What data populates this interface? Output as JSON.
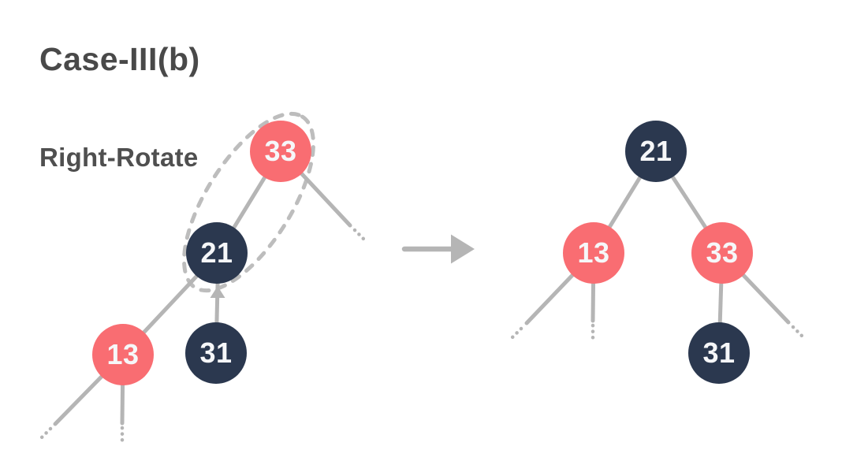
{
  "title": "Case-III(b)",
  "operation_label": "Right-Rotate",
  "colors": {
    "red_node": "#f96d72",
    "navy_node": "#2b384f",
    "edge": "#b5b5b5",
    "dashed_outline": "#bdbdbd",
    "node_text": "#f6f7f9",
    "title_text": "#494949",
    "label_text": "#4f4f4f",
    "background": "#ffffff"
  },
  "arrow": {
    "direction": "right"
  },
  "trees": {
    "before": {
      "name": "before-right-rotate",
      "nodes": [
        {
          "id": "33",
          "label": "33",
          "color": "red",
          "role": "root"
        },
        {
          "id": "21",
          "label": "21",
          "color": "navy",
          "role": "left-child-of-33"
        },
        {
          "id": "13",
          "label": "13",
          "color": "red",
          "role": "left-child-of-21"
        },
        {
          "id": "31",
          "label": "31",
          "color": "navy",
          "role": "right-child-of-21"
        }
      ],
      "highlighted_nodes": [
        "33",
        "21"
      ],
      "truncated_subtrees": [
        "right-of-33",
        "left-of-13",
        "below-13"
      ]
    },
    "after": {
      "name": "after-right-rotate",
      "nodes": [
        {
          "id": "21",
          "label": "21",
          "color": "navy",
          "role": "root"
        },
        {
          "id": "13",
          "label": "13",
          "color": "red",
          "role": "left-child-of-21"
        },
        {
          "id": "33",
          "label": "33",
          "color": "red",
          "role": "right-child-of-21"
        },
        {
          "id": "31",
          "label": "31",
          "color": "navy",
          "role": "left-child-of-33"
        }
      ],
      "highlighted_nodes": [],
      "truncated_subtrees": [
        "left-of-13",
        "below-13",
        "right-of-33"
      ]
    }
  }
}
